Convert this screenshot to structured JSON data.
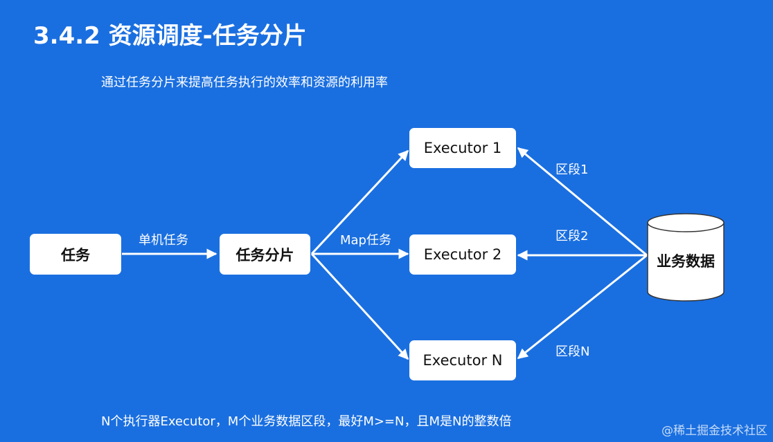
{
  "title": "3.4.2 资源调度-任务分片",
  "subtitle": "通过任务分片来提高任务执行的效率和资源的利用率",
  "nodes": {
    "task": "任务",
    "shard": "任务分片",
    "executor1": "Executor 1",
    "executor2": "Executor 2",
    "executorN": "Executor N",
    "data": "业务数据"
  },
  "edge_labels": {
    "single": "单机任务",
    "map": "Map任务",
    "section1": "区段1",
    "section2": "区段2",
    "sectionN": "区段N"
  },
  "footer": "N个执行器Executor，M个业务数据区段，最好M>=N，且M是N的整数倍",
  "watermark": "@稀土掘金技术社区",
  "colors": {
    "background": "#1a6fe0",
    "box": "#ffffff",
    "text": "#ffffff"
  }
}
